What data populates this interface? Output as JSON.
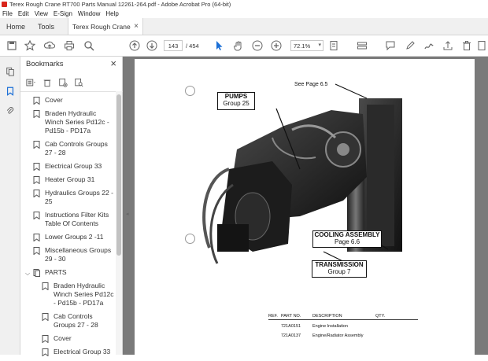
{
  "window": {
    "title": "Terex Rough Crane RT700 Parts Manual 12261-264.pdf - Adobe Acrobat Pro (64-bit)"
  },
  "menu": [
    "File",
    "Edit",
    "View",
    "E-Sign",
    "Window",
    "Help"
  ],
  "tabs": {
    "home": "Home",
    "tools": "Tools",
    "doc": "Terex Rough Crane ...",
    "doc_close": "×"
  },
  "toolbar": {
    "page_current": "143",
    "page_total": "/ 454",
    "zoom": "72.1%",
    "icons": [
      "save-icon",
      "bookmark-star-icon",
      "upload-icon",
      "print-icon",
      "search-icon",
      "prev-page-icon",
      "next-page-icon",
      "select-cursor-icon",
      "hand-icon",
      "zoom-out-icon",
      "zoom-in-icon",
      "fit-page-icon",
      "scroll-mode-icon",
      "comment-icon",
      "highlight-pen-icon",
      "sign-icon",
      "share-icon",
      "delete-icon",
      "more-icon"
    ]
  },
  "bookmarks": {
    "title": "Bookmarks",
    "close": "×",
    "items": [
      {
        "label": "Cover",
        "nested": false
      },
      {
        "label": "Braden Hydraulic Winch Series Pd12c - Pd15b - PD17a",
        "nested": false
      },
      {
        "label": "Cab Controls Groups 27 - 28",
        "nested": false
      },
      {
        "label": "Electrical Group 33",
        "nested": false
      },
      {
        "label": "Heater Group 31",
        "nested": false
      },
      {
        "label": "Hydraulics Groups 22 - 25",
        "nested": false
      },
      {
        "label": "Instructions Filter Kits Table Of Contents",
        "nested": false
      },
      {
        "label": "Lower Groups 2 -11",
        "nested": false
      },
      {
        "label": "Miscellaneous Groups 29 - 30",
        "nested": false
      },
      {
        "label": "PARTS",
        "nested": false,
        "expanded": true
      },
      {
        "label": "Braden Hydraulic Winch Series Pd12c - Pd15b - PD17a",
        "nested": true
      },
      {
        "label": "Cab Controls Groups 27 - 28",
        "nested": true
      },
      {
        "label": "Cover",
        "nested": true
      },
      {
        "label": "Electrical Group 33",
        "nested": true
      }
    ]
  },
  "document": {
    "see_page": "See Page 6.5",
    "pumps": {
      "title": "PUMPS",
      "sub": "Group 25"
    },
    "cooling": {
      "title": "COOLING ASSEMBLY",
      "sub": "Page 6.6"
    },
    "transmission": {
      "title": "TRANSMISSION",
      "sub": "Group 7"
    },
    "table": {
      "headers": [
        "REF.",
        "PART NO.",
        "DESCRIPTION",
        "QTY."
      ],
      "rows": [
        [
          "",
          "721A0151",
          "Engine Installation",
          ""
        ],
        [
          "",
          "721A0137",
          "Engine/Radiator Assembly",
          ""
        ]
      ]
    }
  }
}
